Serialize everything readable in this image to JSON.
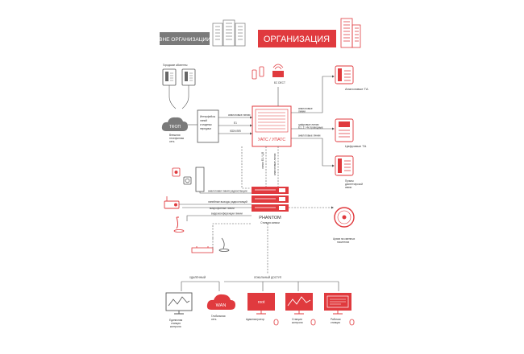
{
  "header": {
    "outside_label": "ВНЕ ОРГАНИЗАЦИИ",
    "org_label": "ОРГАНИЗАЦИЯ"
  },
  "left": {
    "city_subscribers": "Городские абоненты",
    "pstn_cloud": "ТФОП",
    "pstn_caption_1": "Внешняя",
    "pstn_caption_2": "телефонная",
    "pstn_caption_3": "сеть",
    "gateway_1": "Интерфейсы",
    "gateway_2": "линий",
    "gateway_3": "и модемы",
    "gateway_4": "передачи"
  },
  "links": {
    "analog": "аналоговые линии",
    "e1": "E1",
    "isdn": "ISDN BRI"
  },
  "pbx": {
    "label": "УАТС / УПАТС"
  },
  "right": {
    "dect_label": "БС DECT",
    "analog_phone_label": "Аналоговые ТА",
    "digital_phone_label": "Цифровые ТА",
    "dispatcher_label_1": "Пульты",
    "dispatcher_label_2": "диспетчерской",
    "dispatcher_label_3": "связи",
    "mid_1": "аналоговые",
    "mid_2": "линии",
    "mid_3": "цифровые линии",
    "mid_4": "E1, 2 / 4х проводные",
    "mid_5": "аналоговые линии"
  },
  "phantom": {
    "name": "PHANTOM",
    "caption": "Станция записи",
    "cable_1": "линии E1 / ЦЛ",
    "cable_2": "аналоговые линии",
    "archive_1": "Архив на сменных",
    "archive_2": "носителях",
    "feed_1": "аналоговая линия радиостанции",
    "feed_2": "линейные выходы радиостанций",
    "feed_3": "микрофонные линии",
    "feed_4": "видеоконференции линии"
  },
  "bottom": {
    "remote_access": "УДАЛЁННЫЙ",
    "local_access": "ЛОКАЛЬНЫЙ ДОСТУП",
    "wan": "WAN",
    "wan_caption_1": "Глобальная",
    "wan_caption_2": "сеть",
    "remote_station_1": "Единичная",
    "remote_station_2": "станция",
    "remote_station_3": "контроля",
    "admin_label": "Администратор",
    "control_label_1": "Станции",
    "control_label_2": "контроля",
    "work_label_1": "Рабочая",
    "work_label_2": "станция",
    "root_badge": "root"
  },
  "colors": {
    "accent": "#e03a3e",
    "gray_bar": "#7a7a7a",
    "line": "#555555"
  }
}
